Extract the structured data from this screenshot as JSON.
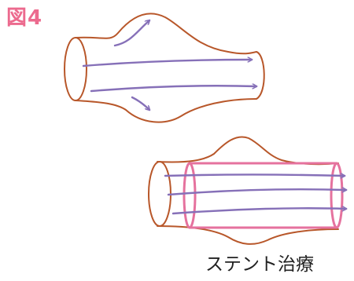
{
  "figure_label": "図4",
  "caption": "ステント治療",
  "colors": {
    "label": "#ec6a8e",
    "vessel_outline": "#b8572a",
    "flow_arrow": "#8670b8",
    "stent": "#e5729e",
    "caption_text": "#222222"
  },
  "icons": {
    "aneurysm_vessel": "vessel-with-bulge",
    "stented_vessel": "vessel-with-stent",
    "flow": "arrow-right"
  }
}
